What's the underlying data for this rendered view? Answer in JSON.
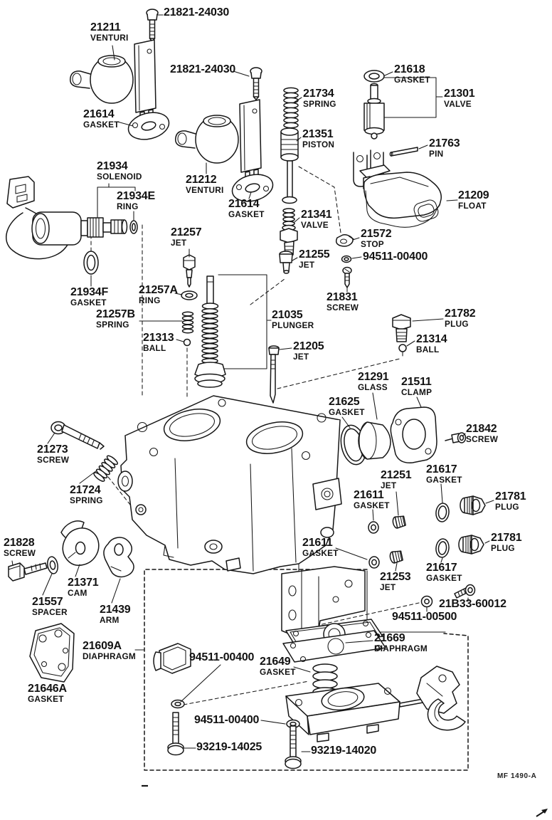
{
  "figure": {
    "type": "exploded-parts-diagram",
    "subject": "carburetor assembly",
    "drawing_code": "MF 1490-A"
  },
  "labels": [
    {
      "num": "21821-24030",
      "desc": ""
    },
    {
      "num": "21211",
      "desc": "VENTURI"
    },
    {
      "num": "21821-24030",
      "desc": ""
    },
    {
      "num": "21614",
      "desc": "GASKET"
    },
    {
      "num": "21734",
      "desc": "SPRING"
    },
    {
      "num": "21618",
      "desc": "GASKET"
    },
    {
      "num": "21301",
      "desc": "VALVE"
    },
    {
      "num": "21351",
      "desc": "PISTON"
    },
    {
      "num": "21763",
      "desc": "PIN"
    },
    {
      "num": "21934",
      "desc": "SOLENOID"
    },
    {
      "num": "21934E",
      "desc": "RING"
    },
    {
      "num": "21212",
      "desc": "VENTURI"
    },
    {
      "num": "21614",
      "desc": "GASKET"
    },
    {
      "num": "21341",
      "desc": "VALVE"
    },
    {
      "num": "21209",
      "desc": "FLOAT"
    },
    {
      "num": "21257",
      "desc": "JET"
    },
    {
      "num": "21572",
      "desc": "STOP"
    },
    {
      "num": "21255",
      "desc": "JET"
    },
    {
      "num": "94511-00400",
      "desc": ""
    },
    {
      "num": "21934F",
      "desc": "GASKET"
    },
    {
      "num": "21257A",
      "desc": "RING"
    },
    {
      "num": "21831",
      "desc": "SCREW"
    },
    {
      "num": "21257B",
      "desc": "SPRING"
    },
    {
      "num": "21035",
      "desc": "PLUNGER"
    },
    {
      "num": "21782",
      "desc": "PLUG"
    },
    {
      "num": "21313",
      "desc": "BALL"
    },
    {
      "num": "21205",
      "desc": "JET"
    },
    {
      "num": "21314",
      "desc": "BALL"
    },
    {
      "num": "21291",
      "desc": "GLASS"
    },
    {
      "num": "21511",
      "desc": "CLAMP"
    },
    {
      "num": "21625",
      "desc": "GASKET"
    },
    {
      "num": "21842",
      "desc": "SCREW"
    },
    {
      "num": "21273",
      "desc": "SCREW"
    },
    {
      "num": "21724",
      "desc": "SPRING"
    },
    {
      "num": "21251",
      "desc": "JET"
    },
    {
      "num": "21617",
      "desc": "GASKET"
    },
    {
      "num": "21611",
      "desc": "GASKET"
    },
    {
      "num": "21781",
      "desc": "PLUG"
    },
    {
      "num": "21611",
      "desc": "GASKET"
    },
    {
      "num": "21781",
      "desc": "PLUG"
    },
    {
      "num": "21617",
      "desc": "GASKET"
    },
    {
      "num": "21253",
      "desc": "JET"
    },
    {
      "num": "21828",
      "desc": "SCREW"
    },
    {
      "num": "21371",
      "desc": "CAM"
    },
    {
      "num": "21557",
      "desc": "SPACER"
    },
    {
      "num": "21439",
      "desc": "ARM"
    },
    {
      "num": "21B33-60012",
      "desc": ""
    },
    {
      "num": "94511-00500",
      "desc": ""
    },
    {
      "num": "21609A",
      "desc": "DIAPHRAGM"
    },
    {
      "num": "21669",
      "desc": "DIAPHRAGM"
    },
    {
      "num": "21649",
      "desc": "GASKET"
    },
    {
      "num": "21646A",
      "desc": "GASKET"
    },
    {
      "num": "94511-00400",
      "desc": ""
    },
    {
      "num": "94511-00400",
      "desc": ""
    },
    {
      "num": "93219-14025",
      "desc": ""
    },
    {
      "num": "93219-14020",
      "desc": ""
    },
    {
      "num": "MF 1490-A",
      "desc": ""
    }
  ]
}
